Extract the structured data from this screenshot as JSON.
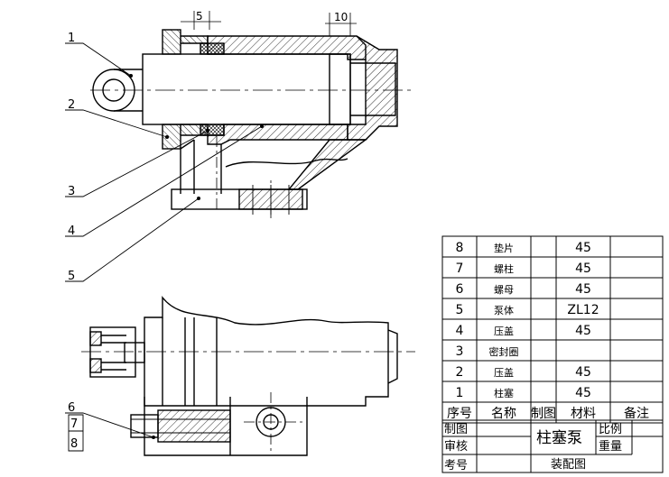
{
  "dimensions": {
    "d1": "5",
    "d2": "10"
  },
  "leaders": [
    "1",
    "2",
    "3",
    "4",
    "5",
    "6",
    "7",
    "8"
  ],
  "bom": {
    "rows": [
      {
        "no": "8",
        "name": "垫片",
        "qty": "",
        "material": "45",
        "note": ""
      },
      {
        "no": "7",
        "name": "螺柱",
        "qty": "",
        "material": "45",
        "note": ""
      },
      {
        "no": "6",
        "name": "螺母",
        "qty": "",
        "material": "45",
        "note": ""
      },
      {
        "no": "5",
        "name": "泵体",
        "qty": "",
        "material": "ZL12",
        "note": ""
      },
      {
        "no": "4",
        "name": "压盖",
        "qty": "",
        "material": "45",
        "note": ""
      },
      {
        "no": "3",
        "name": "密封圈",
        "qty": "",
        "material": "",
        "note": ""
      },
      {
        "no": "2",
        "name": "压盖",
        "qty": "",
        "material": "45",
        "note": ""
      },
      {
        "no": "1",
        "name": "柱塞",
        "qty": "",
        "material": "45",
        "note": ""
      }
    ],
    "header": {
      "no": "序号",
      "name": "名称",
      "qty": "制图",
      "material": "材料",
      "note": "备注"
    }
  },
  "title_block": {
    "drawn_by": "制图",
    "checked_by": "审核",
    "exam_no": "考号",
    "part_name": "柱塞泵",
    "drawing_type": "装配图",
    "scale_label": "比例",
    "weight_label": "重量"
  }
}
